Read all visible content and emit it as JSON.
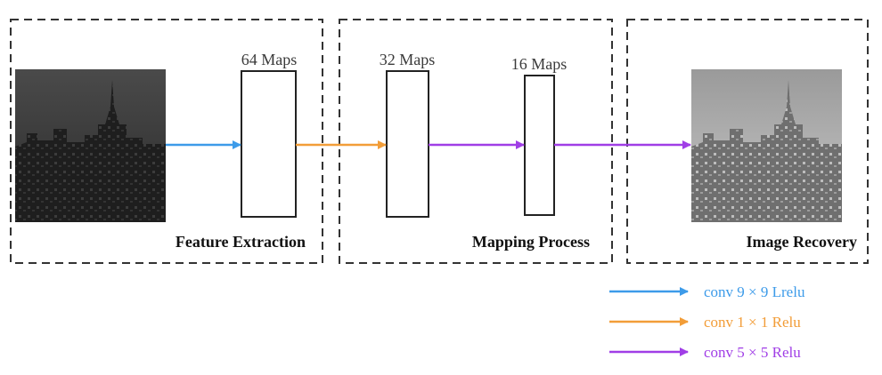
{
  "stages": [
    {
      "label": "Feature Extraction"
    },
    {
      "label": "Mapping Process"
    },
    {
      "label": "Image Recovery"
    }
  ],
  "feature_maps": [
    {
      "label": "64 Maps"
    },
    {
      "label": "32 Maps"
    },
    {
      "label": "16 Maps"
    }
  ],
  "legend": [
    {
      "label": "conv 9 × 9 Lrelu",
      "color": "#3d9be9"
    },
    {
      "label": "conv 1 × 1 Relu",
      "color": "#f29d38"
    },
    {
      "label": "conv 5 × 5 Relu",
      "color": "#a03ee6"
    }
  ],
  "images": {
    "input": "low-light city skyline photo",
    "output": "enhanced city skyline photo"
  }
}
